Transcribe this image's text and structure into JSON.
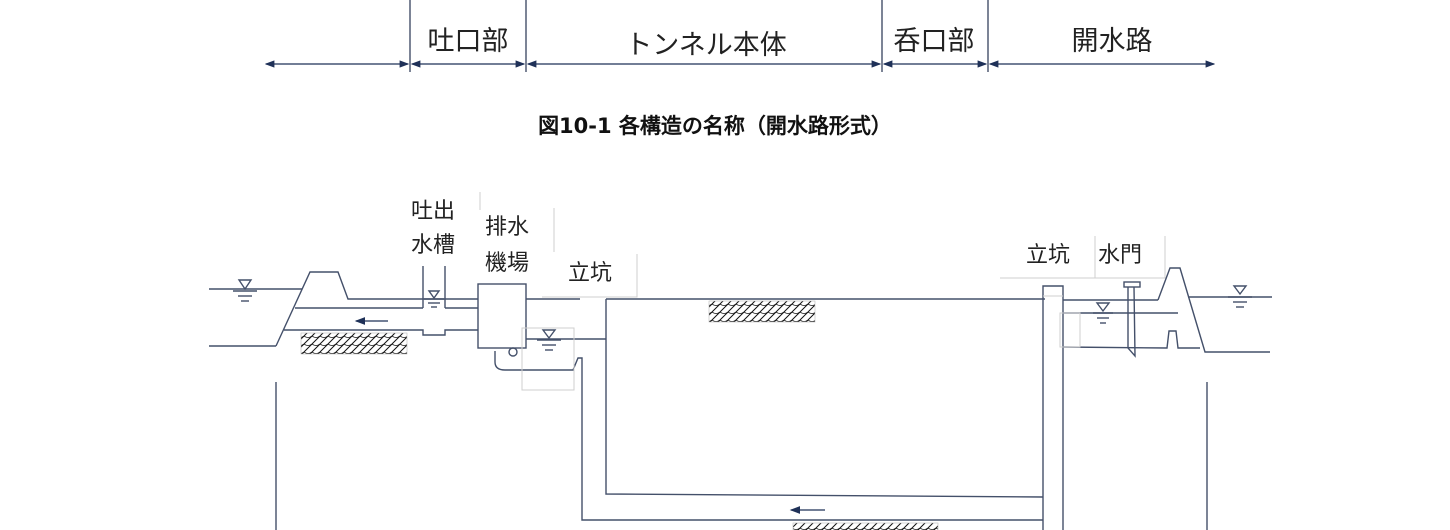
{
  "sections": {
    "outlet": "吐口部",
    "tunnel_body": "トンネル本体",
    "inlet": "呑口部",
    "open_channel": "開水路"
  },
  "caption": "図10-1 各構造の名称（開水路形式）",
  "diagram_labels": {
    "discharge_tank_1": "吐出",
    "discharge_tank_2": "水槽",
    "pump_station_1": "排水",
    "pump_station_2": "機場",
    "shaft_left": "立坑",
    "shaft_right": "立坑",
    "sluice_gate": "水門"
  },
  "colors": {
    "line": "#44506a",
    "arrow": "#1f3158"
  }
}
